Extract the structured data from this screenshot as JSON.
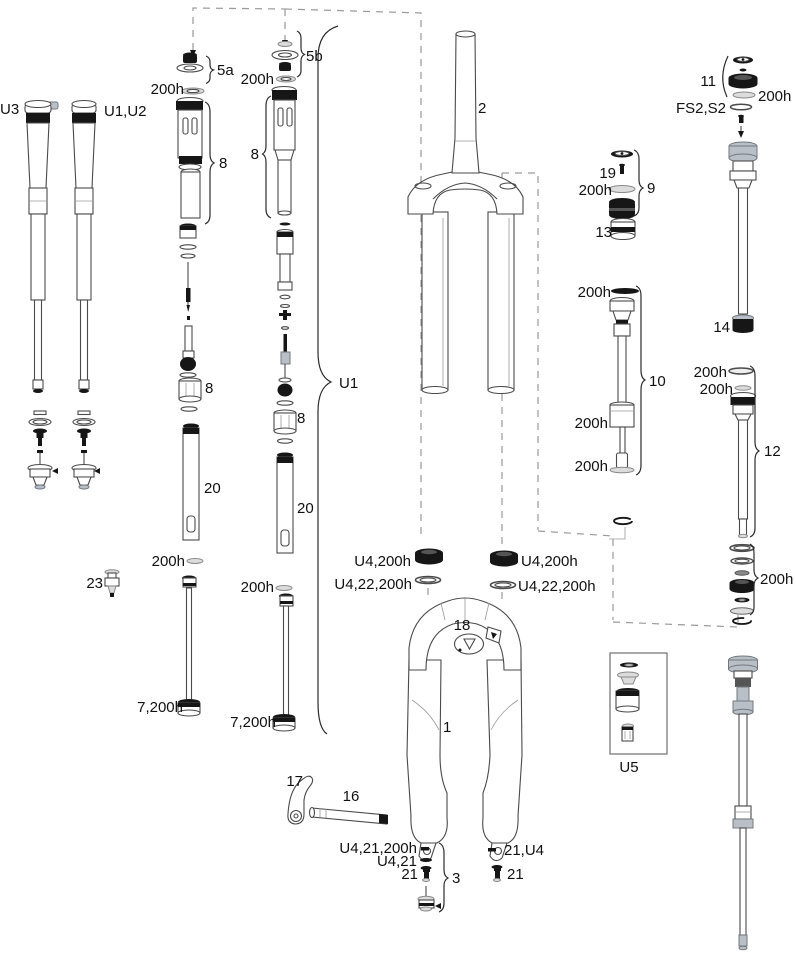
{
  "figure": {
    "type": "exploded-parts-diagram",
    "subject": "suspension fork service parts",
    "labels": {
      "u3": "U3",
      "u1u2": "U1,U2",
      "u1": "U1",
      "u5": "U5",
      "p1": "1",
      "p2": "2",
      "p3": "3",
      "p5a": "5a",
      "p5b": "5b",
      "p8": "8",
      "p9": "9",
      "p10": "10",
      "p11": "11",
      "p12": "12",
      "p13": "13",
      "p14": "14",
      "p16": "16",
      "p17": "17",
      "p18": "18",
      "p19": "19",
      "p20": "20",
      "p21": "21",
      "p23": "23",
      "h200": "200h",
      "h7200": "7,200h",
      "fs2s2": "FS2,S2",
      "u4h": "U4,200h",
      "u4_22": "U4,22,200h",
      "u4_21h": "U4,21,200h",
      "u4_21": "U4,21",
      "r21u4": "21,U4"
    }
  }
}
